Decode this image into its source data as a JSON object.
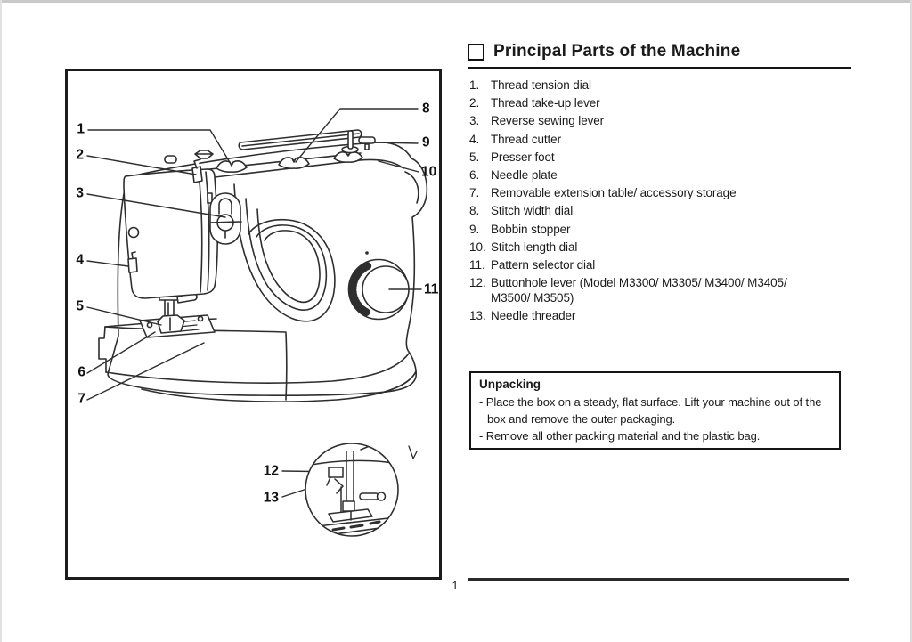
{
  "title": {
    "text": "Principal Parts of the Machine"
  },
  "parts_list": [
    {
      "num": "1.",
      "label": "Thread tension dial"
    },
    {
      "num": "2.",
      "label": "Thread take-up lever"
    },
    {
      "num": "3.",
      "label": "Reverse sewing lever"
    },
    {
      "num": "4.",
      "label": "Thread cutter"
    },
    {
      "num": "5.",
      "label": "Presser foot"
    },
    {
      "num": "6.",
      "label": "Needle plate"
    },
    {
      "num": "7.",
      "label": "Removable extension table/ accessory storage"
    },
    {
      "num": "8.",
      "label": "Stitch width dial"
    },
    {
      "num": "9.",
      "label": "Bobbin stopper"
    },
    {
      "num": "10.",
      "label": "Stitch length dial"
    },
    {
      "num": "11.",
      "label": "Pattern selector dial"
    },
    {
      "num": "12.",
      "label": "Buttonhole lever (Model M3300/ M3305/ M3400/ M3405/ M3500/ M3505)"
    },
    {
      "num": "13.",
      "label": "Needle threader"
    }
  ],
  "unpacking": {
    "title": "Unpacking",
    "bullet": "-",
    "items": [
      "Place the box on a steady, flat surface. Lift your machine out of the box and remove the outer packaging.",
      "Remove all other packing material and the plastic bag."
    ]
  },
  "diagram": {
    "labels": [
      "1",
      "2",
      "3",
      "4",
      "5",
      "6",
      "7",
      "8",
      "9",
      "10",
      "11",
      "12",
      "13"
    ]
  },
  "page": {
    "number": "1"
  }
}
